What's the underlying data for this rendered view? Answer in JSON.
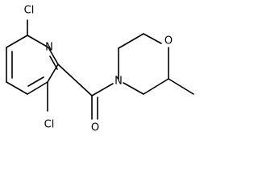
{
  "molecule": {
    "atoms": {
      "cl_top": "Cl",
      "n_ring": "N",
      "cl_bottom": "Cl",
      "o_carbonyl": "O",
      "n_morpholine": "N",
      "o_morpholine": "O"
    }
  }
}
